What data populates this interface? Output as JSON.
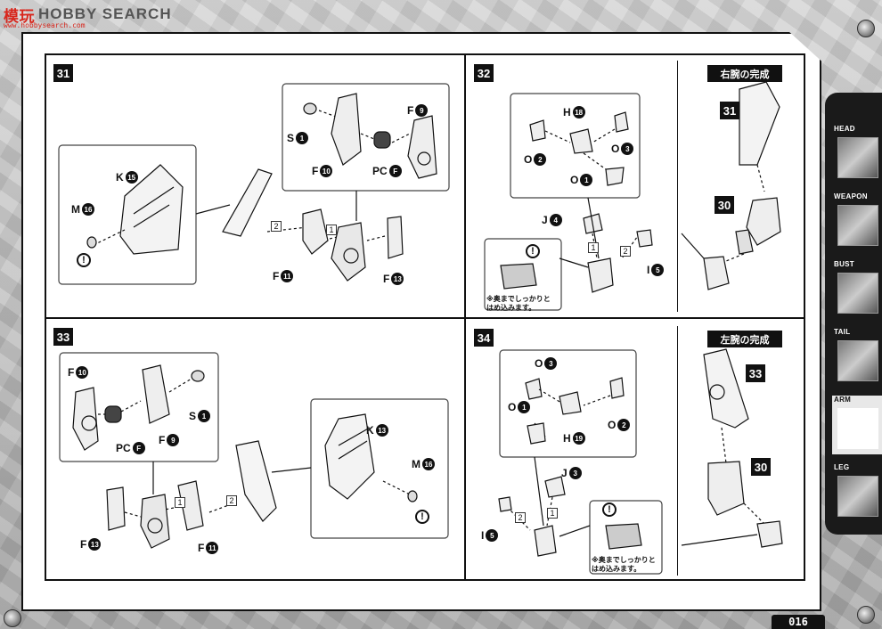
{
  "watermark": {
    "logo": "模玩",
    "text": "HOBBY SEARCH",
    "url": "www.hobbysearch.com"
  },
  "page_number": "016",
  "nav_tabs": [
    {
      "label": "HEAD",
      "icon": "head-icon",
      "active": false
    },
    {
      "label": "WEAPON",
      "icon": "weapon-icon",
      "active": false
    },
    {
      "label": "BUST",
      "icon": "bust-icon",
      "active": false
    },
    {
      "label": "TAIL",
      "icon": "tail-icon",
      "active": false
    },
    {
      "label": "ARM",
      "icon": "arm-icon",
      "active": true
    },
    {
      "label": "LEG",
      "icon": "leg-icon",
      "active": false
    }
  ],
  "steps": {
    "s31": {
      "number": "31",
      "parts": {
        "k": "K",
        "k_n": "15",
        "m": "M",
        "m_n": "16",
        "s": "S",
        "s_n": "1",
        "f_top": "F",
        "f_top_n": "9",
        "f_mid": "F",
        "f_mid_n": "10",
        "pc": "PC",
        "pc_n": "F",
        "f11": "F",
        "f11_n": "11",
        "f13": "F",
        "f13_n": "13"
      },
      "order": [
        "1",
        "2"
      ],
      "warn": "!"
    },
    "s32": {
      "number": "32",
      "subtitle": "右腕の完成",
      "ref_a": "31",
      "ref_b": "30",
      "parts": {
        "h": "H",
        "h_n": "18",
        "o2": "O",
        "o2_n": "2",
        "o3": "O",
        "o3_n": "3",
        "o1": "O",
        "o1_n": "1",
        "j": "J",
        "j_n": "4",
        "i": "I",
        "i_n": "5"
      },
      "order": [
        "1",
        "2"
      ],
      "note_line1": "※奥までしっかりと",
      "note_line2": "はめ込みます。",
      "warn": "!"
    },
    "s33": {
      "number": "33",
      "parts": {
        "f10": "F",
        "f10_n": "10",
        "s": "S",
        "s_n": "1",
        "pc": "PC",
        "pc_n": "F",
        "f9": "F",
        "f9_n": "9",
        "k": "K",
        "k_n": "13",
        "m": "M",
        "m_n": "16",
        "f13": "F",
        "f13_n": "13",
        "f11": "F",
        "f11_n": "11"
      },
      "order": [
        "1",
        "2"
      ],
      "warn": "!"
    },
    "s34": {
      "number": "34",
      "subtitle": "左腕の完成",
      "ref_a": "33",
      "ref_b": "30",
      "parts": {
        "o3": "O",
        "o3_n": "3",
        "o1": "O",
        "o1_n": "1",
        "o2": "O",
        "o2_n": "2",
        "h": "H",
        "h_n": "19",
        "j": "J",
        "j_n": "3",
        "i": "I",
        "i_n": "5"
      },
      "order": [
        "1",
        "2"
      ],
      "note_line1": "※奥までしっかりと",
      "note_line2": "はめ込みます。",
      "warn": "!"
    }
  }
}
